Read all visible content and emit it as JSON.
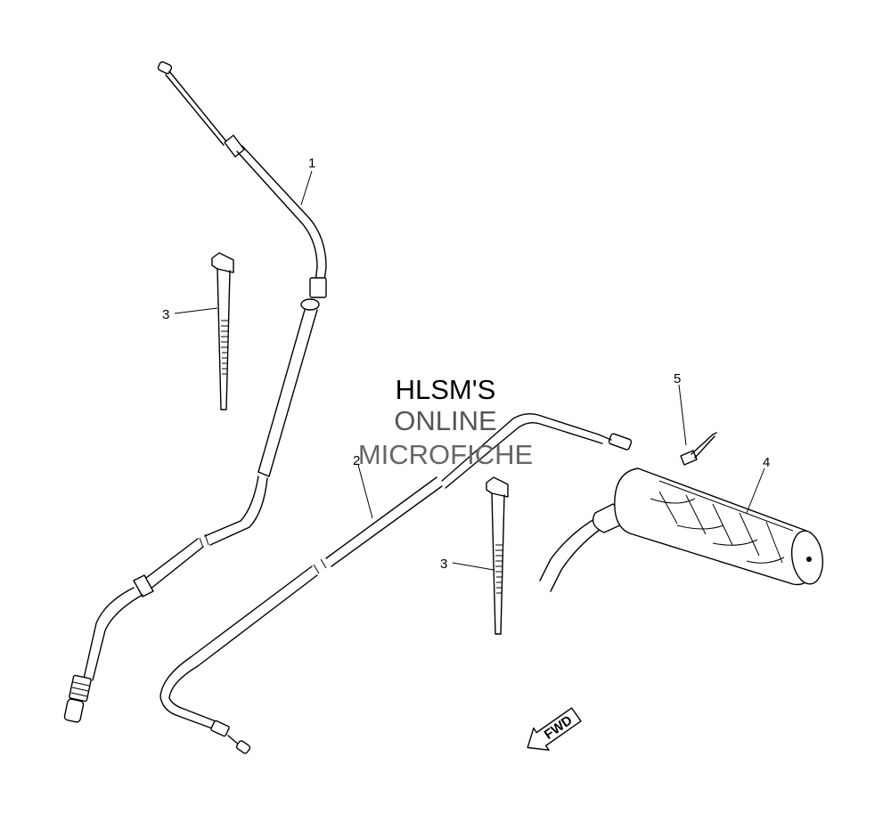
{
  "watermark": {
    "line1": "HLSM'S",
    "line2": "ONLINE",
    "line3": "MICROFICHE"
  },
  "callouts": {
    "part1": "1",
    "part2": "2",
    "part3a": "3",
    "part3b": "3",
    "part4": "4",
    "part5": "5"
  },
  "fwd_arrow": {
    "label": "FWD"
  },
  "colors": {
    "line": "#000000",
    "background": "#ffffff"
  }
}
